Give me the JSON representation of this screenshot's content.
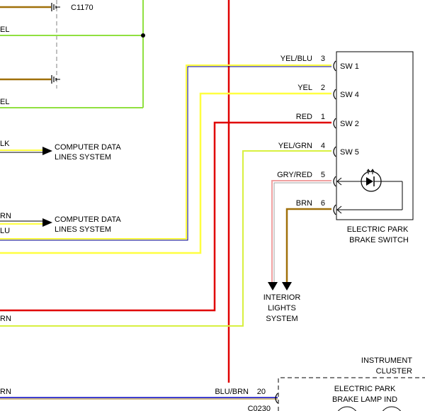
{
  "connectors": {
    "top": "C1170",
    "bottom": "C0230"
  },
  "left_wires": {
    "w1": "EL",
    "w2": "EL",
    "w3": "LK",
    "w4": "RN",
    "w5": "LU",
    "w6": "RN",
    "w7": "RN"
  },
  "destinations": {
    "computer_data_1": [
      "COMPUTER DATA",
      "LINES SYSTEM"
    ],
    "computer_data_2": [
      "COMPUTER DATA",
      "LINES SYSTEM"
    ],
    "interior_lights": [
      "INTERIOR",
      "LIGHTS",
      "SYSTEM"
    ]
  },
  "switch": {
    "name": [
      "ELECTRIC PARK",
      "BRAKE SWITCH"
    ],
    "pins": [
      {
        "wire": "YEL/BLU",
        "pin": "3",
        "label": "SW 1"
      },
      {
        "wire": "YEL",
        "pin": "2",
        "label": "SW 4"
      },
      {
        "wire": "RED",
        "pin": "1",
        "label": "SW 2"
      },
      {
        "wire": "YEL/GRN",
        "pin": "4",
        "label": "SW 5"
      },
      {
        "wire": "GRY/RED",
        "pin": "5",
        "label": ""
      },
      {
        "wire": "BRN",
        "pin": "6",
        "label": ""
      }
    ]
  },
  "cluster": {
    "title": [
      "INSTRUMENT",
      "CLUSTER"
    ],
    "indicator": [
      "ELECTRIC PARK",
      "BRAKE LAMP IND"
    ],
    "wire": "BLU/BRN",
    "pin": "20"
  },
  "colors": {
    "brown": "#a0700a",
    "green": "#90e040",
    "yellow": "#ffff40",
    "red": "#e00000",
    "blue": "#0000c0",
    "pink": "#f0a0a0",
    "gray": "#a0a0a0"
  }
}
